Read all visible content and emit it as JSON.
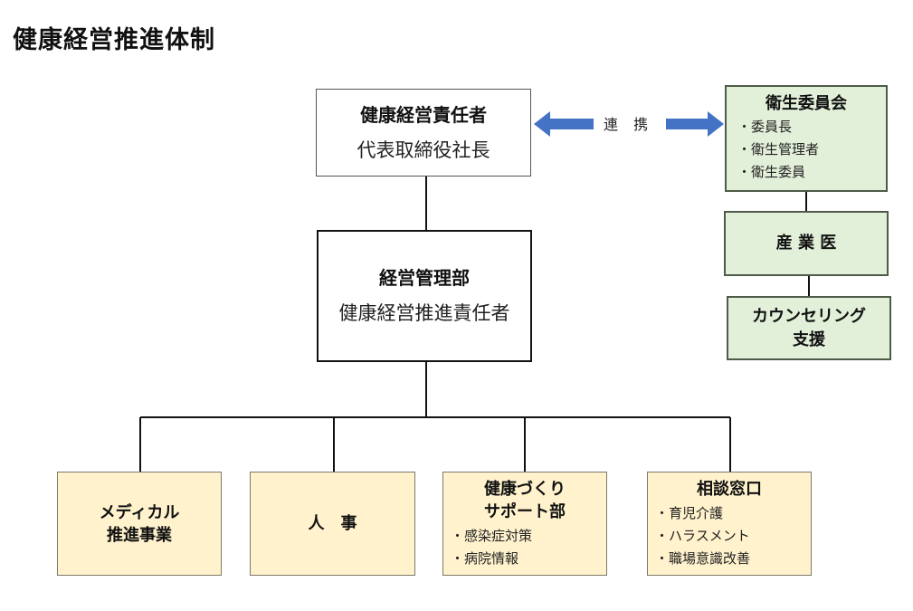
{
  "title": "健康経営推進体制",
  "top": {
    "heading": "健康経営責任者",
    "sub": "代表取締役社長"
  },
  "mgmt": {
    "heading": "経営管理部",
    "sub": "健康経営推進責任者"
  },
  "link_label": "連 携",
  "eisei": {
    "heading": "衛生委員会",
    "items": [
      "・委員長",
      "・衛生管理者",
      "・衛生委員"
    ]
  },
  "sangyo": {
    "heading": "産 業 医"
  },
  "counsel": {
    "line1": "カウンセリング",
    "line2": "支援"
  },
  "medical": {
    "line1": "メディカル",
    "line2": "推進事業"
  },
  "jinji": {
    "heading": "人　事"
  },
  "kenko": {
    "line1": "健康づくり",
    "line2": "サポート部",
    "items": [
      "・感染症対策",
      "・病院情報"
    ]
  },
  "soudan": {
    "heading": "相談窓口",
    "items": [
      "・育児介護",
      "・ハラスメント",
      "・職場意識改善"
    ]
  },
  "colors": {
    "arrow": "#4472c4",
    "green_fill": "#e2efd9",
    "yellow_fill": "#fff2cc"
  }
}
